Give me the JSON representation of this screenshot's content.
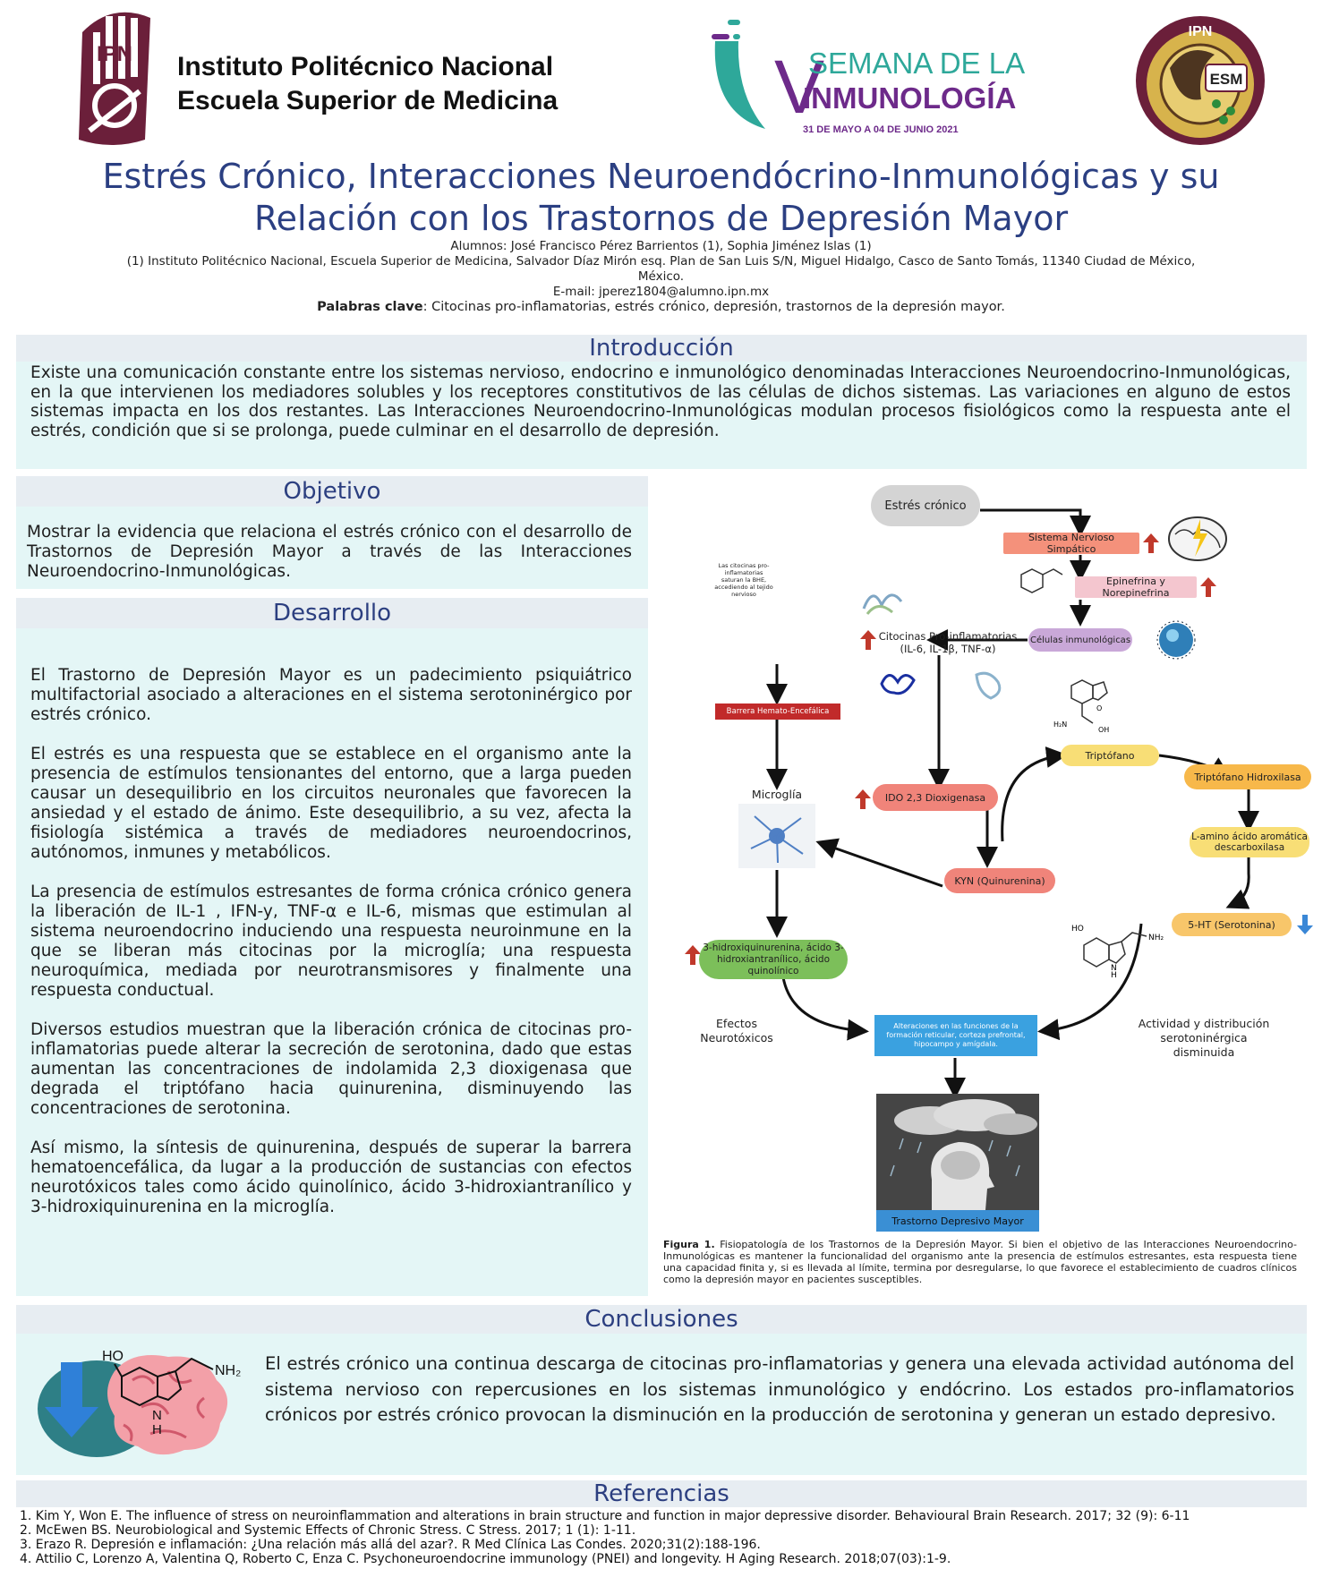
{
  "header": {
    "institute_line1": "Instituto Politécnico Nacional",
    "institute_line2": "Escuela Superior de Medicina",
    "ipn_logo_text": "IPN",
    "event_numeral": "V",
    "event_line1": "SEMANA DE LA",
    "event_line2": "INMUNOLOGÍA",
    "event_dates": "31 DE MAYO A 04 DE JUNIO 2021",
    "esm_seal_top": "IPN",
    "esm_seal_text": "ESM"
  },
  "title": {
    "line1": "Estrés Crónico, Interacciones Neuroendócrino-Inmunológicas y su",
    "line2": "Relación con los Trastornos de Depresión Mayor"
  },
  "authors": {
    "students": "Alumnos: José Francisco Pérez Barrientos (1),  Sophia Jiménez Islas (1)",
    "affiliation": "(1) Instituto Politécnico Nacional, Escuela Superior de Medicina, Salvador Díaz Mirón esq. Plan de San Luis S/N, Miguel Hidalgo, Casco de Santo Tomás, 11340 Ciudad de México, México.",
    "email": "E-mail: jperez1804@alumno.ipn.mx",
    "keywords_label": "Palabras clave",
    "keywords": ": Citocinas pro-inflamatorias, estrés crónico, depresión, trastornos de la depresión mayor."
  },
  "introduccion": {
    "heading": "Introducción",
    "text": "Existe una comunicación constante entre los sistemas nervioso, endocrino e inmunológico denominadas Interacciones Neuroendocrino-Inmunológicas, en la que intervienen los mediadores solubles y los receptores constitutivos de las células de dichos sistemas. Las variaciones en alguno de estos sistemas impacta en los dos restantes. Las Interacciones Neuroendocrino-Inmunológicas modulan procesos fisiológicos como la respuesta ante el estrés, condición que si se prolonga, puede culminar en el desarrollo de depresión."
  },
  "objetivo": {
    "heading": "Objetivo",
    "text": "Mostrar la evidencia que relaciona el estrés crónico con el desarrollo de Trastornos de Depresión Mayor a través de las Interacciones Neuroendocrino-Inmunológicas."
  },
  "desarrollo": {
    "heading": "Desarrollo",
    "paragraphs": [
      "El Trastorno de Depresión Mayor es un padecimiento psiquiátrico multifactorial asociado a alteraciones en el sistema serotoninérgico por estrés crónico.",
      "El estrés es una respuesta que se establece en el organismo ante la presencia de estímulos tensionantes del entorno, que a larga pueden causar un desequilibrio en los circuitos neuronales que favorecen la ansiedad y el estado de ánimo. Este desequilibrio, a su vez, afecta la fisiología sistémica a través de mediadores neuroendocrinos, autónomos, inmunes y metabólicos.",
      "La presencia de estímulos estresantes de forma crónica crónico genera la liberación de IL-1 , IFN-y, TNF-α e IL-6, mismas que estimulan al sistema neuroendocrino induciendo una respuesta neuroinmune en la que se liberan más citocinas por la microglía; una respuesta neuroquímica, mediada por neurotransmisores y finalmente una respuesta conductual.",
      "Diversos estudios muestran que la liberación crónica  de citocinas pro-inflamatorias puede alterar la secreción de serotonina, dado que estas aumentan las concentraciones de indolamida 2,3 dioxigenasa que degrada el triptófano hacia quinurenina, disminuyendo las concentraciones de serotonina.",
      "Así mismo, la síntesis de quinurenina, después de superar la barrera hematoencefálica, da lugar a la producción de sustancias con efectos neurotóxicos tales como ácido quinolínico, ácido 3-hidroxiantranílico y 3-hidroxiquinurenina en la microglía."
    ]
  },
  "figure": {
    "estres": "Estrés crónico",
    "snp": "Sistema Nervioso Simpático",
    "epinefrina": "Epinefrina y Norepinefrina",
    "celulas": "Células inmunológicas",
    "citocinas_line1": "Citocinas  Pro-inflamatorias",
    "citocinas_line2": "(IL-6, IL-1β, TNF-α)",
    "note": "Las citocinas pro-inflamatorias saturan la BHE, accediendo al tejido nervioso",
    "barrera": "Barrera Hemato-Encefálica",
    "triptofano": "Triptófano",
    "hidroxilasa": "Triptófano Hidroxilasa",
    "microglia": "Microglía",
    "ido": "IDO 2,3 Dioxigenasa",
    "laad": "L-amino ácido aromática descarboxilasa",
    "kyn": "KYN (Quinurenina)",
    "serotonina": "5-HT (Serotonina)",
    "hidroxi": "3-hidroxiquinurenina, ácido 3-hidroxiantranílico, ácido quinolínico",
    "efectos_line1": "Efectos",
    "efectos_line2": "Neurotóxicos",
    "alteraciones": "Alteraciones en las funciones de la formación reticular, corteza prefrontal, hipocampo y amígdala.",
    "actividad_line1": "Actividad y distribución",
    "actividad_line2": "serotoninérgica",
    "actividad_line3": "disminuida",
    "trastorno": "Trastorno Depresivo Mayor",
    "mol_ho": "HO",
    "mol_nh2": "NH₂",
    "mol_h2n": "H₂N",
    "mol_oh": "OH",
    "mol_o": "O",
    "mol_h": "H",
    "mol_n": "N",
    "caption_label": "Figura 1.",
    "caption": " Fisiopatología de los Trastornos de la Depresión Mayor. Si bien el objetivo de las Interacciones Neuroendocrino-Inmunológicas es mantener la funcionalidad del organismo ante la presencia de estímulos estresantes, esta respuesta tiene una capacidad finita y, si es llevada al límite, termina por desregularse, lo que favorece el establecimiento de cuadros clínicos como la depresión mayor en pacientes susceptibles."
  },
  "conclusiones": {
    "heading": "Conclusiones",
    "text": "El estrés crónico una continua descarga de citocinas pro-inflamatorias y genera una elevada actividad autónoma del sistema nervioso con repercusiones en los sistemas inmunológico y endócrino. Los estados pro-inflamatorios crónicos por estrés crónico provocan la disminución en la producción de serotonina y  generan un estado depresivo.",
    "mol_ho": "HO",
    "mol_nh2": "NH₂",
    "mol_n": "N",
    "mol_h": "H"
  },
  "referencias": {
    "heading": "Referencias",
    "items": [
      "1. Kim Y, Won E. The influence of stress on neuroinflammation and alterations in brain structure and function in major depressive disorder. Behavioural Brain Research. 2017; 32 (9): 6-11",
      "2. McEwen BS. Neurobiological and Systemic Effects of Chronic Stress. C Stress. 2017; 1 (1): 1-11.",
      "3. Erazo R. Depresión e inflamación: ¿Una relación más allá del azar?. R Med Clínica Las Condes. 2020;31(2):188-196.",
      "4. Attilio C, Lorenzo A, Valentina Q, Roberto C, Enza C. Psychoneuroendocrine immunology (PNEI) and longevity. H Aging Research. 2018;07(03):1-9."
    ]
  },
  "colors": {
    "title_blue": "#2b3f82",
    "section_bg": "#e4f6f6",
    "heading_bg": "#e7edf2",
    "ipn_maroon": "#6b1f3a",
    "event_teal": "#2ea89a",
    "event_purple": "#6d2a8a"
  }
}
